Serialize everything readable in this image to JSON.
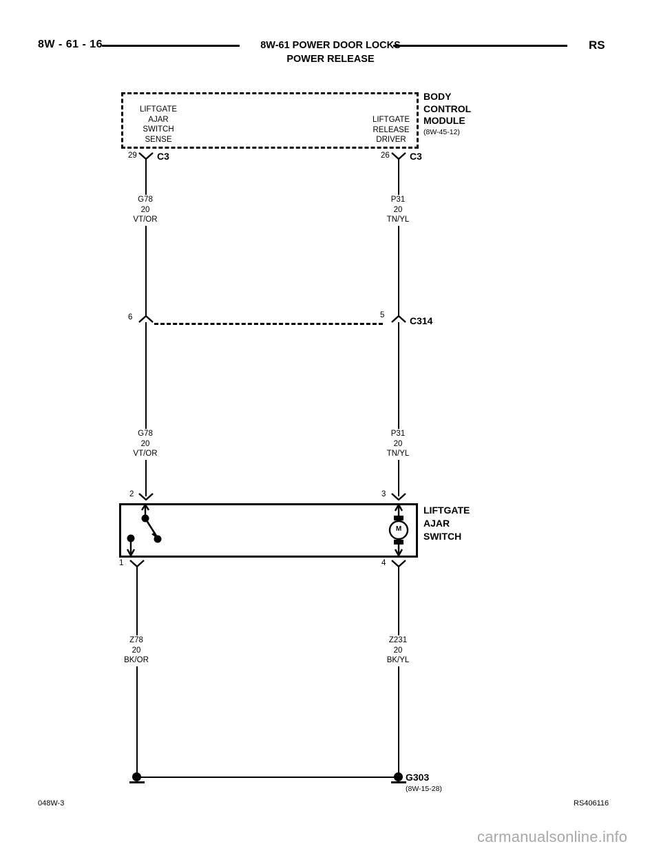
{
  "header": {
    "page_id": "8W - 61 - 16",
    "title": "8W-61 POWER DOOR LOCKS",
    "subtitle": "POWER RELEASE",
    "model_code": "RS"
  },
  "bcm": {
    "name_line1": "BODY",
    "name_line2": "CONTROL",
    "name_line3": "MODULE",
    "reference": "(8W-45-12)",
    "pin_label_left": "LIFTGATE\nAJAR\nSWITCH\nSENSE",
    "pin_label_left_lines": [
      "LIFTGATE",
      "AJAR",
      "SWITCH",
      "SENSE"
    ],
    "pin_label_right_lines": [
      "LIFTGATE",
      "RELEASE",
      "DRIVER"
    ],
    "connector_left": {
      "pin": "29",
      "name": "C3"
    },
    "connector_right": {
      "pin": "26",
      "name": "C3"
    }
  },
  "wires": {
    "upper_left": {
      "circuit": "G78",
      "gauge": "20",
      "color": "VT/OR"
    },
    "upper_right": {
      "circuit": "P31",
      "gauge": "20",
      "color": "TN/YL"
    },
    "mid_left": {
      "circuit": "G78",
      "gauge": "20",
      "color": "VT/OR"
    },
    "mid_right": {
      "circuit": "P31",
      "gauge": "20",
      "color": "TN/YL"
    },
    "lower_left": {
      "circuit": "Z78",
      "gauge": "20",
      "color": "BK/OR"
    },
    "lower_right": {
      "circuit": "Z231",
      "gauge": "20",
      "color": "BK/YL"
    }
  },
  "c314": {
    "name": "C314",
    "pin_left": "6",
    "pin_right": "5"
  },
  "liftgate_switch": {
    "name_line1": "LIFTGATE",
    "name_line2": "AJAR",
    "name_line3": "SWITCH",
    "pin_top_left": "2",
    "pin_top_right": "3",
    "pin_bottom_left": "1",
    "pin_bottom_right": "4",
    "motor_symbol": "M"
  },
  "ground": {
    "name": "G303",
    "reference": "(8W-15-28)"
  },
  "footer": {
    "left_code": "048W-3",
    "right_code": "RS406116",
    "watermark": "carmanualsonline.info"
  }
}
